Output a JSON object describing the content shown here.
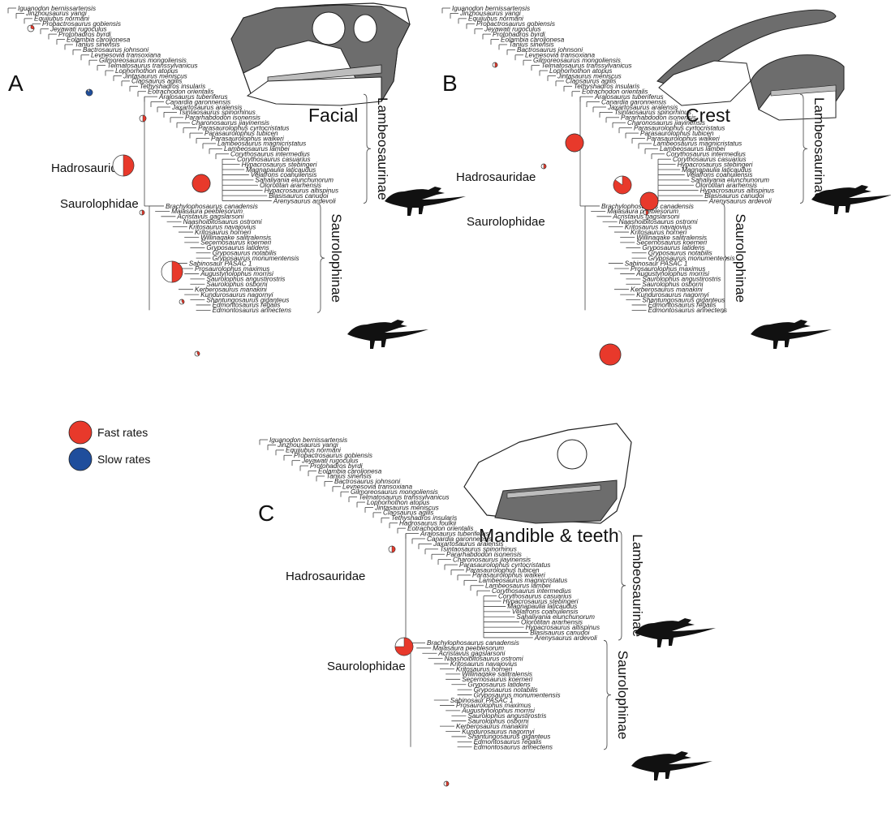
{
  "panels": [
    {
      "letter": "A",
      "title": "Facial",
      "hadro": "Hadrosauridae",
      "saur": "Saurolophidae",
      "lamb": "Lambeosaurinae",
      "saurin": "Saurolophinae"
    },
    {
      "letter": "B",
      "title": "Crest",
      "hadro": "Hadrosauridae",
      "saur": "Saurolophidae",
      "lamb": "Lambeosaurinae",
      "saurin": "Saurolophinae"
    },
    {
      "letter": "C",
      "title": "Mandible & teeth",
      "hadro": "Hadrosauridae",
      "saur": "Saurolophidae",
      "lamb": "Lambeosaurinae",
      "saurin": "Saurolophinae"
    }
  ],
  "legend": {
    "fast": "Fast rates",
    "slow": "Slow rates"
  },
  "colors": {
    "fast": "#e8392b",
    "slow": "#1f4e9c",
    "bone": "#6d6d6d"
  },
  "taxa_base": [
    "Iguanodon bernissartensis",
    "Jinzhousaurus yangi",
    "Equijubus normani",
    "Probactrosaurus gobiensis",
    "Jeyawati rugoculus",
    "Protohadros byrdi",
    "Eolambia caroljonesa",
    "Tanius sinensis",
    "Bactrosaurus johnsoni",
    "Levnesovia transoxiana",
    "Gilmoreosaurus mongoliensis",
    "Telmatosaurus transsylvanicus",
    "Lophorhothon atopus",
    "Jintasaurus meniscus",
    "Claosaurus agilis",
    "Tethyshadros insularis"
  ],
  "taxa_eo": "Eotrachodon orientalis",
  "hadrosaurus": "Hadrosaurus foulkii",
  "taxa_lamb": [
    "Aralosaurus tuberiferus",
    "Canardia garonnensis",
    "Jaxartosaurus aralensis",
    "Tsintaosaurus spinorhinus",
    "Pararhabdodon isonensis",
    "Charonosaurus jiayinensis",
    "Parasaurolophus cyrtocristatus",
    "Parasaurolophus tubicen",
    "Parasaurolophus walkeri",
    "Lambeosaurus magnicristatus",
    "Lambeosaurus lambei",
    "Corythosaurus intermedius",
    "Corythosaurus casuarius",
    "Hypacrosaurus stebingeri",
    "Magnapaulia laticaudus",
    "Velafrons coahuilensis",
    "Sahaliyania elunchunorum",
    "Olorotitan ararhensis",
    "Hypacrosaurus altispinus",
    "Blasisaurus canudoi",
    "Arenysaurus ardevoli"
  ],
  "taxa_saur": [
    "Brachylophosaurus canadensis",
    "Maiasaura peeblesorum",
    "Acristavus gagslarsoni",
    "Naashoibitosaurus ostromi",
    "Kritosaurus navajovius",
    "Kritosaurus horneri",
    "Willinaqake salitralensis",
    "Secernosaurus koerneri",
    "Gryposaurus latidens",
    "Gryposaurus notabilis",
    "Gryposaurus monumentensis",
    "Sabinosaur PASAC 1",
    "Prosaurolophus maximus",
    "Augustynolophus morrisi",
    "Saurolophus angustirostris",
    "Saurolophus osborni",
    "Kerberosaurus manakini",
    "Kundurosaurus nagornyi",
    "Shantungosaurus giganteus",
    "Edmontosaurus regalis",
    "Edmontosaurus annectens"
  ]
}
